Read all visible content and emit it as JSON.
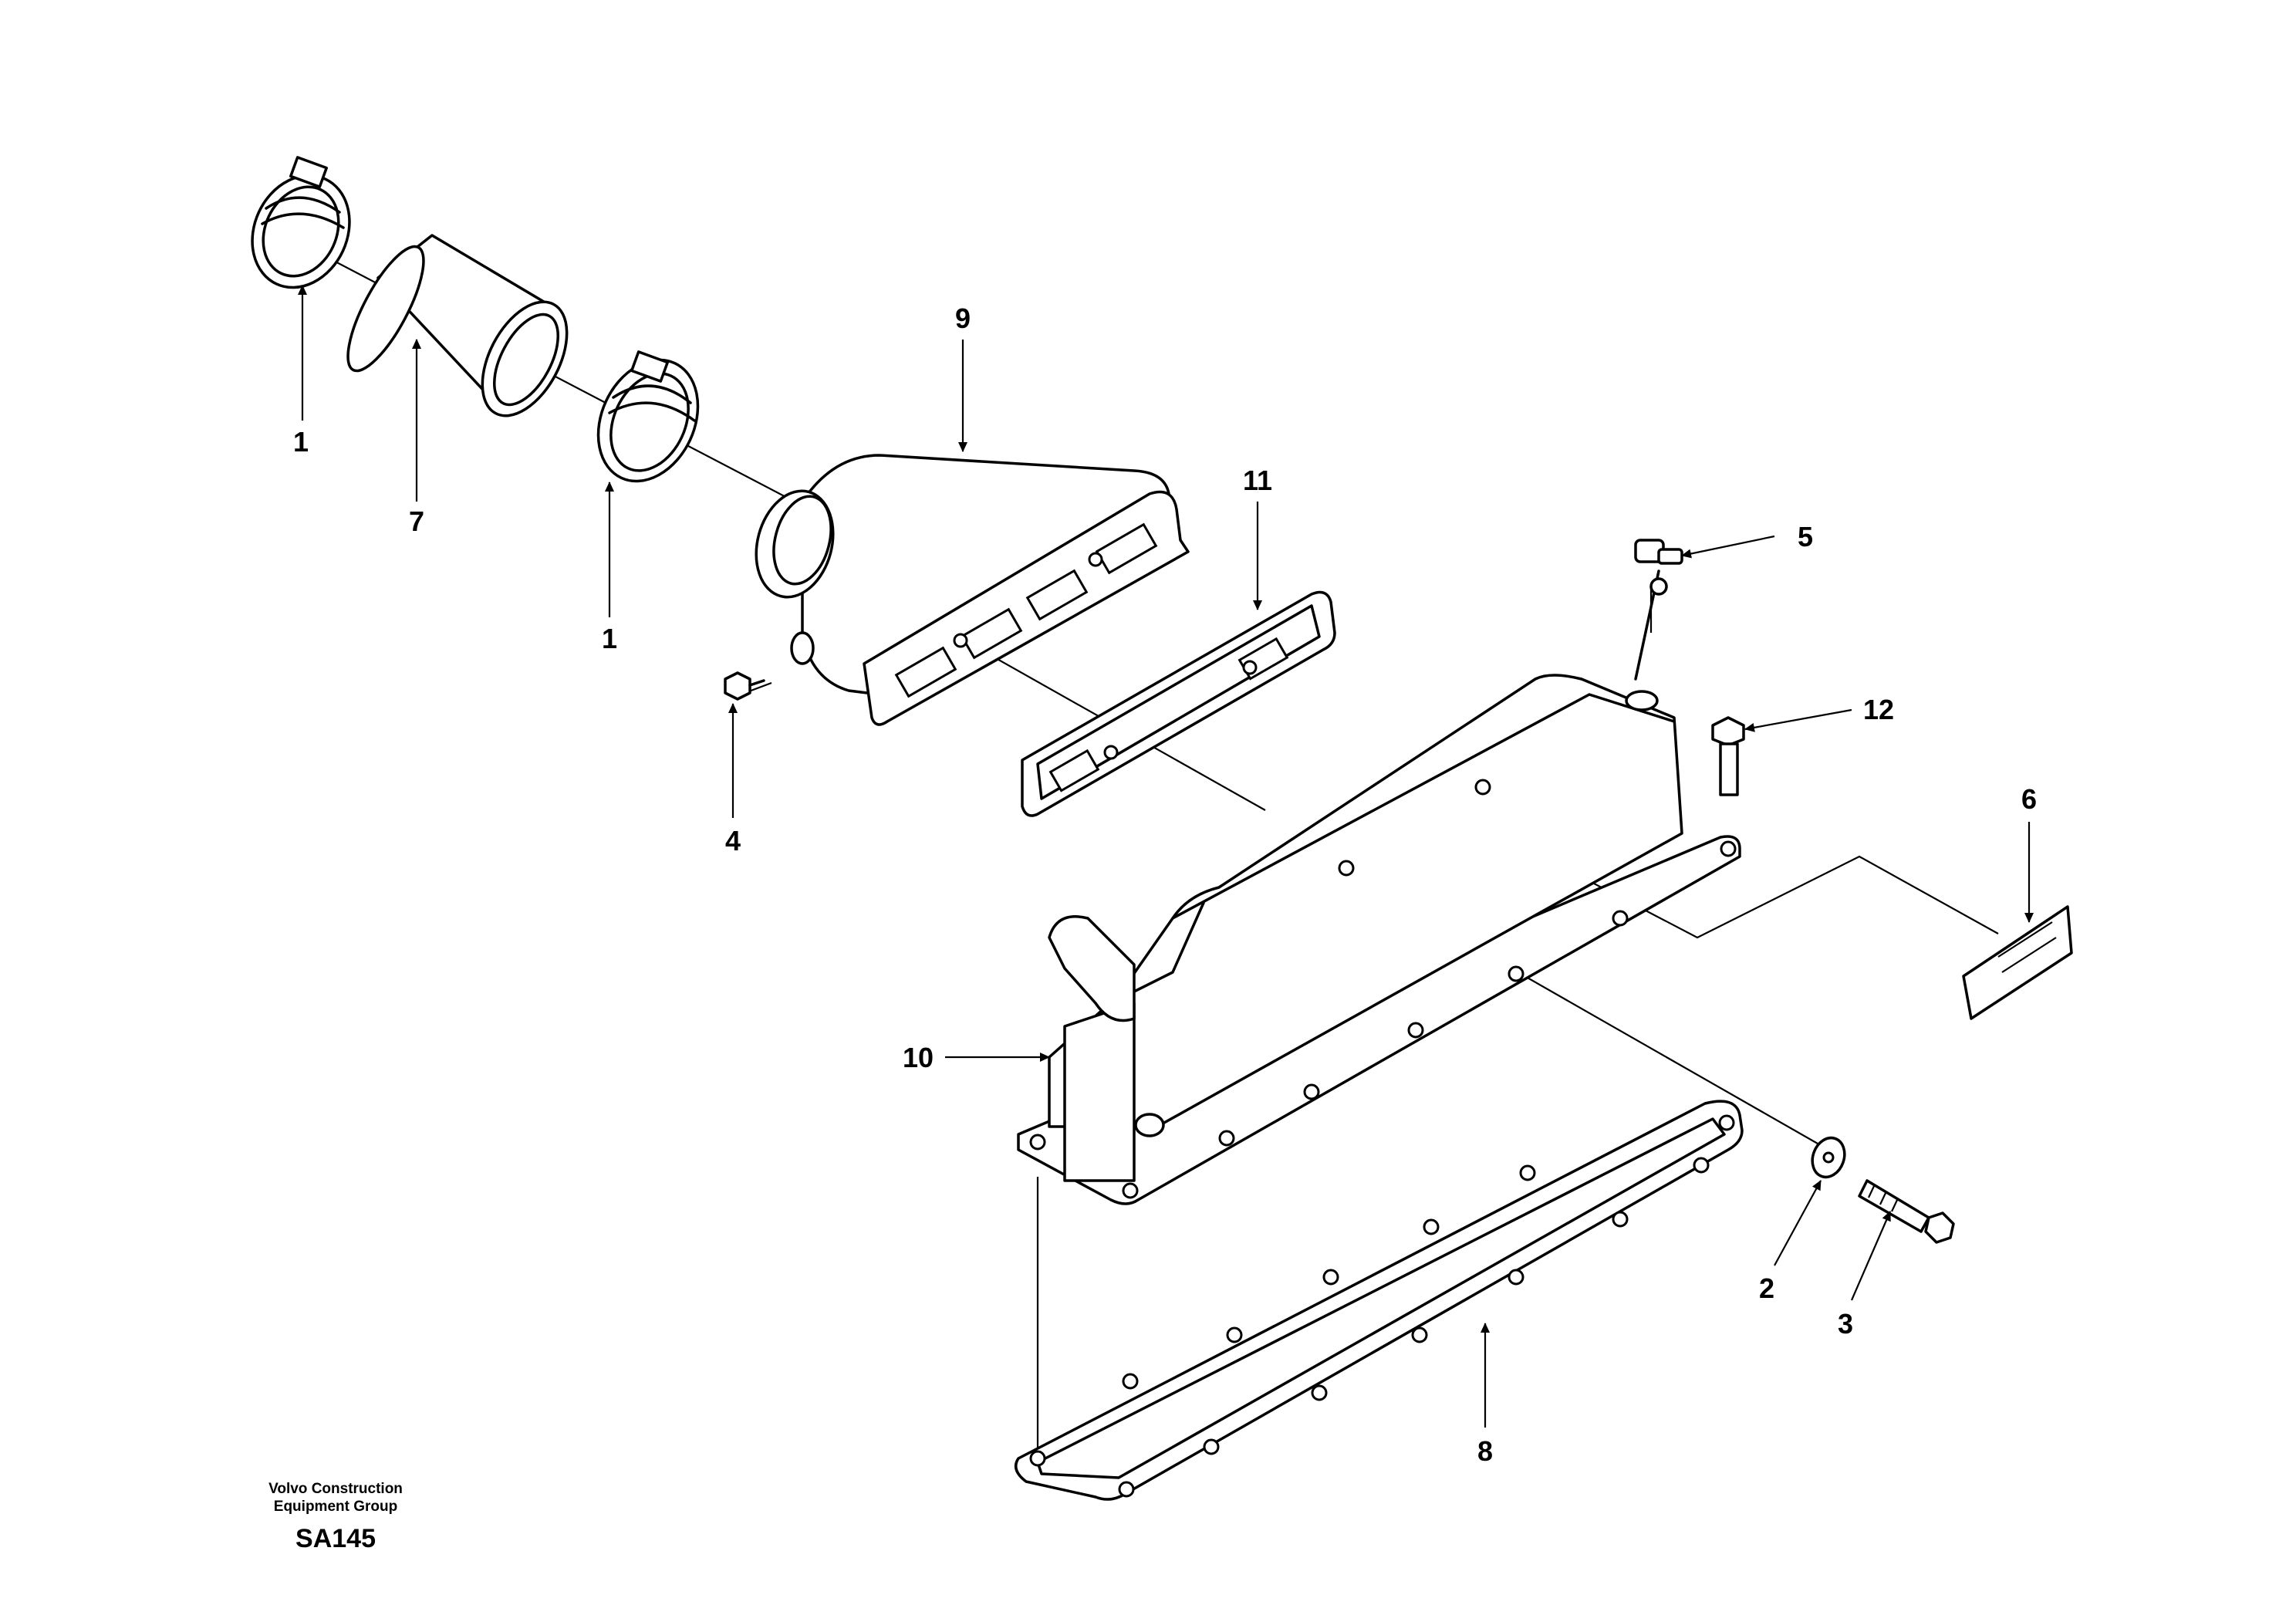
{
  "callouts": {
    "c1a": "1",
    "c7": "7",
    "c1b": "1",
    "c9": "9",
    "c11": "11",
    "c5": "5",
    "c12": "12",
    "c6": "6",
    "c4": "4",
    "c10": "10",
    "c2": "2",
    "c3": "3",
    "c8": "8"
  },
  "footer": {
    "company_line1": "Volvo Construction",
    "company_line2": "Equipment Group",
    "figure_code": "SA145"
  }
}
